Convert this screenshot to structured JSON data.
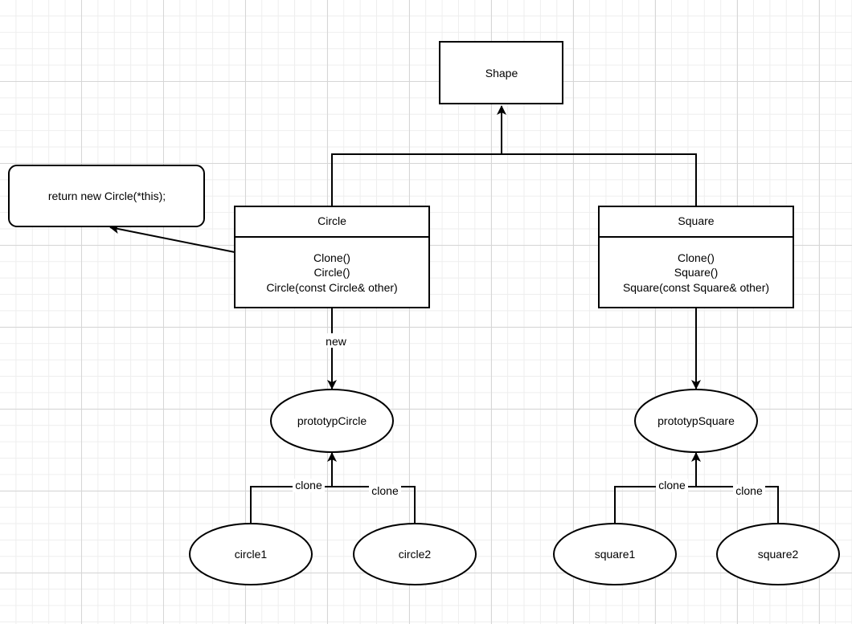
{
  "diagram": {
    "shape": {
      "label": "Shape"
    },
    "note": {
      "text": "return new Circle(*this);"
    },
    "circle_class": {
      "name": "Circle",
      "methods": [
        "Clone()",
        "Circle()",
        "Circle(const Circle& other)"
      ]
    },
    "square_class": {
      "name": "Square",
      "methods": [
        "Clone()",
        "Square()",
        "Square(const Square& other)"
      ]
    },
    "prototype_circle": {
      "label": "prototypCircle"
    },
    "prototype_square": {
      "label": "prototypSquare"
    },
    "instances": {
      "circle1": "circle1",
      "circle2": "circle2",
      "square1": "square1",
      "square2": "square2"
    },
    "edge_labels": {
      "new": "new",
      "clone": "clone"
    }
  }
}
